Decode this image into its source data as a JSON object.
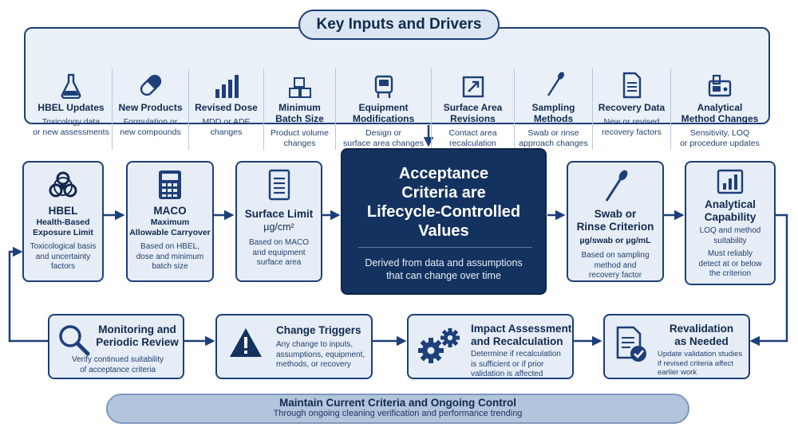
{
  "inputs": {
    "title": "Key Inputs and Drivers",
    "items": [
      {
        "icon": "flask-icon",
        "title": "HBEL Updates",
        "desc_line1": "Toxicology data",
        "desc_line2": "or new assessments"
      },
      {
        "icon": "pill-icon",
        "title": "New Products",
        "desc_line1": "Formulation or",
        "desc_line2": "new compounds"
      },
      {
        "icon": "bar-chart-icon",
        "title": "Revised Dose",
        "desc_line1": "MDD or ADE",
        "desc_line2": "changes"
      },
      {
        "icon": "boxes-icon",
        "title_line1": "Minimum",
        "title_line2": "Batch Size",
        "desc_line1": "Product volume",
        "desc_line2": "changes"
      },
      {
        "icon": "equipment-icon",
        "title_line1": "Equipment",
        "title_line2": "Modifications",
        "desc_line1": "Design or",
        "desc_line2": "surface area changes"
      },
      {
        "icon": "square-area-icon",
        "title_line1": "Surface Area",
        "title_line2": "Revisions",
        "desc_line1": "Contact area",
        "desc_line2": "recalculation"
      },
      {
        "icon": "swab-icon",
        "title_line1": "Sampling",
        "title_line2": "Methods",
        "desc_line1": "Swab or rinse",
        "desc_line2": "approach changes"
      },
      {
        "icon": "document-icon",
        "title": "Recovery Data",
        "desc_line1": "New or revised",
        "desc_line2": "recovery factors"
      },
      {
        "icon": "instrument-icon",
        "title_line1": "Analytical",
        "title_line2": "Method Changes",
        "desc_line1": "Sensitivity, LOQ",
        "desc_line2": "or procedure updates"
      }
    ]
  },
  "flow": {
    "hbel": {
      "title": "HBEL",
      "sub1": "Health-Based",
      "sub2": "Exposure Limit",
      "desc1": "Toxicological basis",
      "desc2": "and uncertainty",
      "desc3": "factors"
    },
    "maco": {
      "title": "MACO",
      "sub1": "Maximum",
      "sub2": "Allowable Carryover",
      "desc1": "Based on HBEL,",
      "desc2": "dose and minimum",
      "desc3": "batch size"
    },
    "surface": {
      "title": "Surface Limit",
      "unit": "µg/cm²",
      "desc1": "Based on MACO",
      "desc2": "and equipment",
      "desc3": "surface area"
    },
    "center": {
      "title1": "Acceptance",
      "title2": "Criteria are",
      "title3": "Lifecycle-Controlled",
      "title4": "Values",
      "sub1": "Derived from data and assumptions",
      "sub2": "that can change over time"
    },
    "swab": {
      "title1": "Swab or",
      "title2": "Rinse Criterion",
      "unit": "µg/swab or µg/mL",
      "desc1": "Based on sampling",
      "desc2": "method and",
      "desc3": "recovery factor"
    },
    "analytical": {
      "title1": "Analytical",
      "title2": "Capability",
      "desc1": "LOQ and method",
      "desc2": "suitability",
      "desc3": "Must reliably",
      "desc4": "detect at or below",
      "desc5": "the criterion"
    }
  },
  "cycle": {
    "monitoring": {
      "title1": "Monitoring and",
      "title2": "Periodic Review",
      "desc1": "Verify continued suitability",
      "desc2": "of acceptance criteria"
    },
    "triggers": {
      "title": "Change Triggers",
      "desc1": "Any change to inputs,",
      "desc2": "assumptions, equipment,",
      "desc3": "methods, or recovery"
    },
    "impact": {
      "title1": "Impact Assessment",
      "title2": "and Recalculation",
      "desc1": "Determine if recalculation",
      "desc2": "is sufficient or if prior",
      "desc3": "validation is affected"
    },
    "revalidation": {
      "title1": "Revalidation",
      "title2": "as Needed",
      "desc1": "Update validation studies",
      "desc2": "if revised criteria affect",
      "desc3": "earlier work"
    }
  },
  "banner": {
    "title": "Maintain Current Criteria and Ongoing Control",
    "sub": "Through ongoing cleaning verification and performance trending"
  },
  "colors": {
    "navy": "#143260",
    "border": "#1d3f7a",
    "panel": "#eaf0f8",
    "box": "#e6edf6",
    "banner": "#b3c5dd"
  }
}
